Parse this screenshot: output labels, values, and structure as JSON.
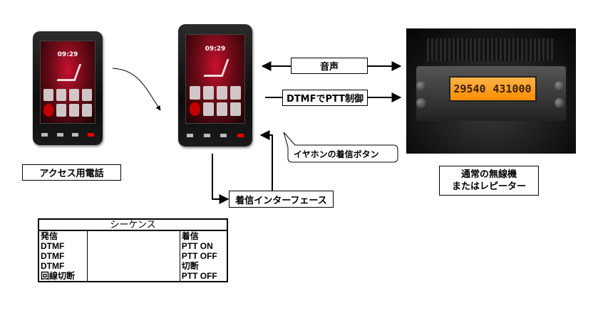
{
  "labels": {
    "voice": "音声",
    "dtmf_ptt": "DTMFでPTT制御",
    "earphone_button": "イヤホンの着信ボタン",
    "access_phone": "アクセス用電話",
    "radio_line1": "通常の無線機",
    "radio_line2": "またはレピーター",
    "incoming_interface": "着信インターフェース"
  },
  "phone": {
    "time": "09:29"
  },
  "radio": {
    "freq_left": "29540",
    "freq_right": "431000"
  },
  "sequence_table": {
    "title": "シーケンス",
    "rows": [
      {
        "left": "発信",
        "right": "着信"
      },
      {
        "left": "DTMF",
        "right": "PTT ON"
      },
      {
        "left": "DTMF",
        "right": "PTT OFF"
      },
      {
        "left": "DTMF",
        "right": "切断"
      },
      {
        "left": "回線切断",
        "right": "PTT OFF"
      }
    ]
  },
  "colors": {
    "line": "#000000",
    "screen_red": "#c8102e",
    "lcd_orange": "#ff8c00"
  }
}
